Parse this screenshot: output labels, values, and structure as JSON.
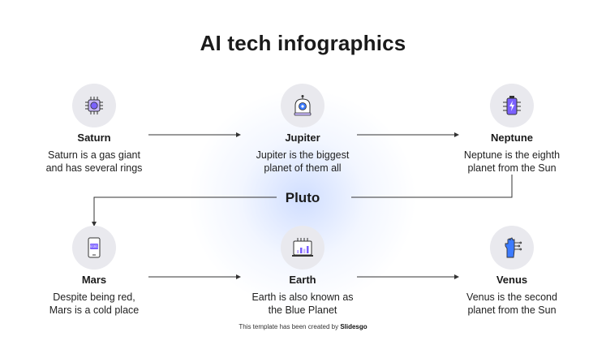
{
  "title": "AI tech infographics",
  "center_label": "Pluto",
  "nodes": [
    {
      "name": "Saturn",
      "desc_lines": [
        "Saturn is a gas giant",
        "and has several rings"
      ],
      "icon": "brain-chip-icon"
    },
    {
      "name": "Jupiter",
      "desc_lines": [
        "Jupiter is the biggest",
        "planet of them all"
      ],
      "icon": "robot-head-icon"
    },
    {
      "name": "Neptune",
      "desc_lines": [
        "Neptune is the eighth",
        "planet from the Sun"
      ],
      "icon": "battery-chip-icon"
    },
    {
      "name": "Mars",
      "desc_lines": [
        "Despite being red,",
        "Mars is a cold place"
      ],
      "icon": "binary-phone-icon"
    },
    {
      "name": "Earth",
      "desc_lines": [
        "Earth is also known as",
        "the Blue Planet"
      ],
      "icon": "chart-monitor-icon"
    },
    {
      "name": "Venus",
      "desc_lines": [
        "Venus is the second",
        "planet from the Sun"
      ],
      "icon": "circuit-hand-icon"
    }
  ],
  "footer": {
    "text": "This template has been created by ",
    "brand": "Slidesgo"
  },
  "colors": {
    "accent": "#7b61ff",
    "accent_light": "#c9b8ff",
    "blue": "#3d7bff",
    "icon_bg": "#e9e9ee"
  }
}
